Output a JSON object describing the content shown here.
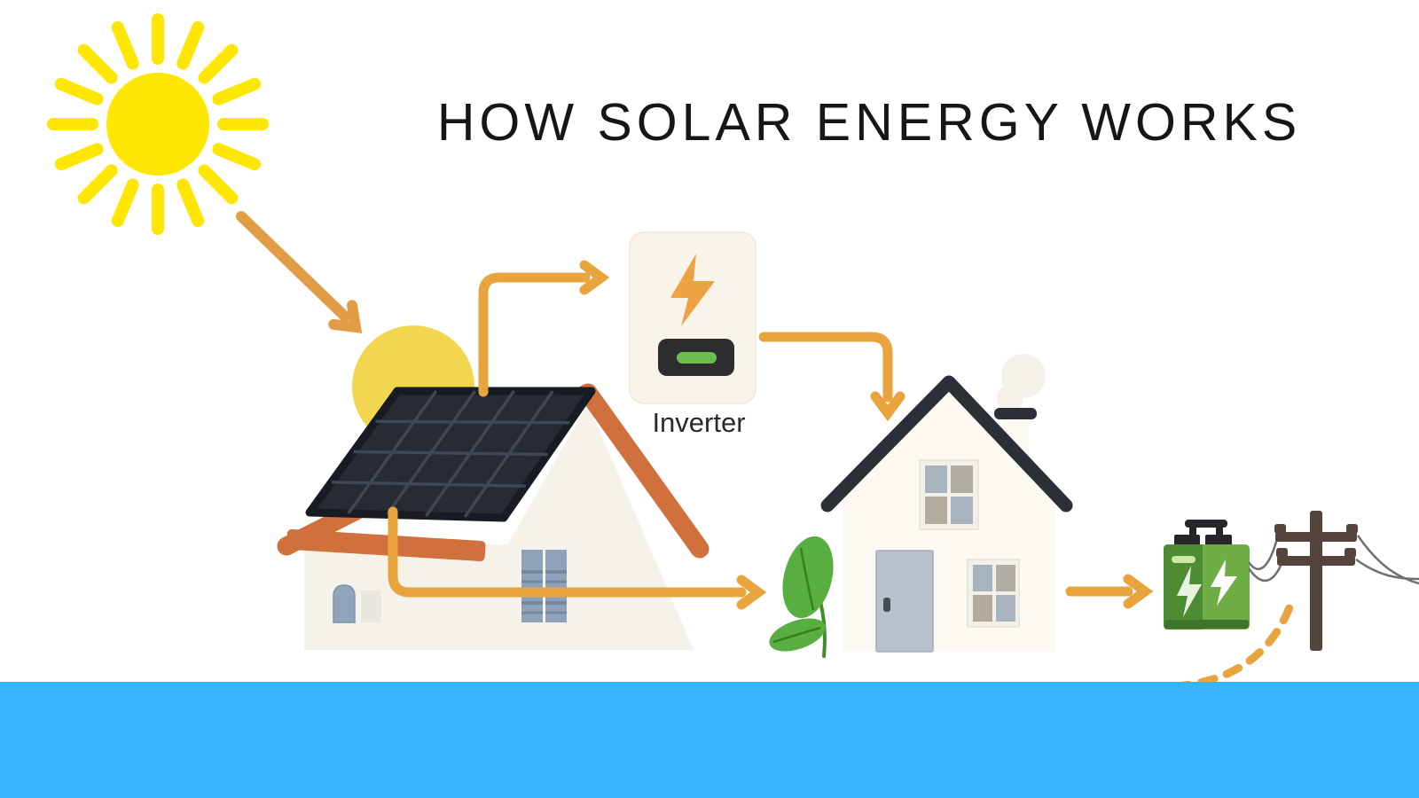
{
  "title": "HOW SOLAR ENERGY WORKS",
  "inverter": {
    "label": "Inverter"
  },
  "flow_steps": [
    "sun",
    "solar-panel-house",
    "inverter",
    "home",
    "battery-storage",
    "power-grid"
  ],
  "icons": [
    "sun-icon",
    "sunlight-arrow-icon",
    "solar-panel-icon",
    "house-icon",
    "lightning-bolt-icon",
    "inverter-icon",
    "home-icon",
    "leaf-icon",
    "battery-icon",
    "power-pole-icon",
    "dashed-grid-line-icon"
  ],
  "colors": {
    "sun_yellow": "#ffe603",
    "soft_sun_yellow": "#f2d64f",
    "arrow_orange": "#e9a43d",
    "roof_orange": "#d0703c",
    "panel_dark": "#262b34",
    "house_wall": "#f5f2e9",
    "home_wall": "#fbf9f2",
    "dark_roof": "#2b2f36",
    "inverter_cream": "#f8f4ea",
    "indicator_green": "#6abf4c",
    "leaf_green": "#58ae40",
    "battery_green_dark": "#4d8c33",
    "battery_green_light": "#6fae44",
    "pole_brown": "#55443c",
    "footer_blue": "#38b4fd"
  }
}
